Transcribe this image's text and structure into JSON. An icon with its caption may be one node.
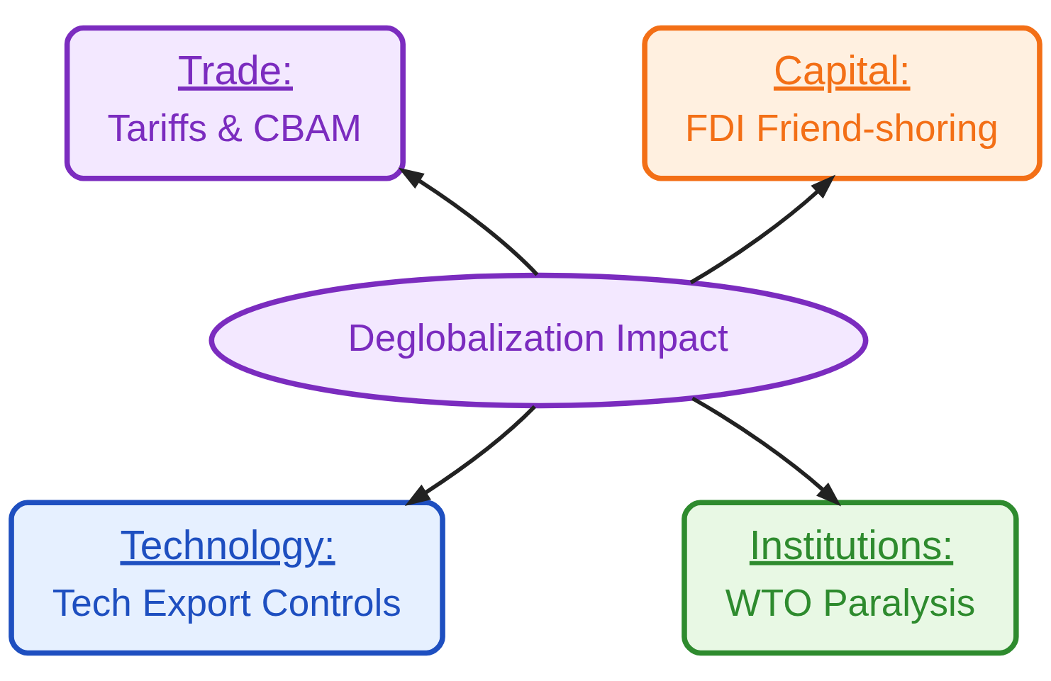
{
  "diagram": {
    "nodes": [
      {
        "text": [
          "Deglobalization Impact"
        ]
      },
      {
        "text": [
          "Trade:",
          "Tariffs & CBAM"
        ]
      },
      {
        "text": [
          "Capital:",
          "FDI Friend-shoring"
        ]
      },
      {
        "text": [
          "Technology:",
          "Tech Export Controls"
        ]
      },
      {
        "text": [
          "Institutions:",
          "WTO Paralysis"
        ]
      }
    ],
    "edges": [
      {
        "from": 0,
        "to": 1,
        "arrow": "to"
      },
      {
        "from": 0,
        "to": 2,
        "arrow": "to"
      },
      {
        "from": 0,
        "to": 3,
        "arrow": "to"
      },
      {
        "from": 0,
        "to": 4,
        "arrow": "to"
      }
    ]
  }
}
